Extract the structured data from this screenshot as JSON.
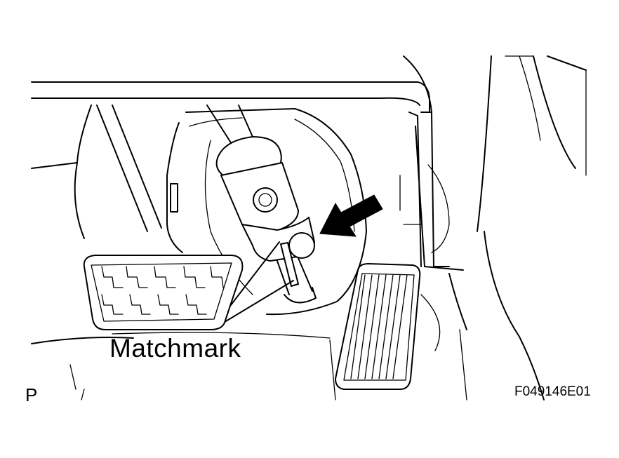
{
  "diagram": {
    "callout_label": "Matchmark",
    "figure_code": "F049146E01",
    "view_letter": "P",
    "arrow_icon": "pointer-arrow-icon",
    "line_color": "#000000",
    "background_color": "#ffffff"
  }
}
